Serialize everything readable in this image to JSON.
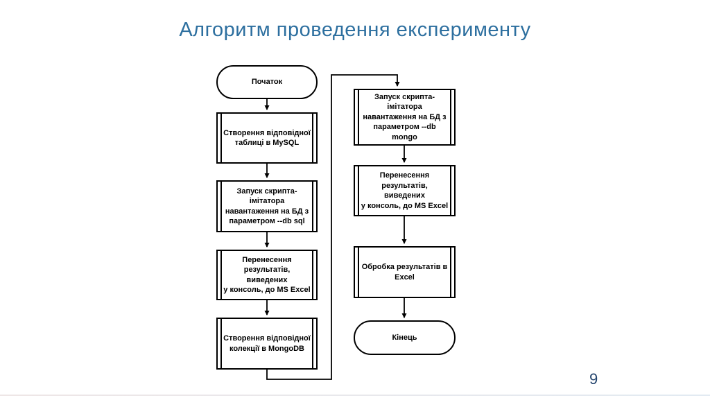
{
  "slide": {
    "title": "Алгоритм проведення експерименту",
    "page_number": "9"
  },
  "colors": {
    "title_text": "#2d6f9f",
    "page_number_text": "#24456e",
    "shape_border": "#000000",
    "shape_fill": "#ffffff",
    "footer_line": "#e2eaf2"
  },
  "flowchart": {
    "nodes": [
      {
        "id": "start",
        "type": "terminator",
        "label": "Початок"
      },
      {
        "id": "create-mysql-table",
        "type": "predefined-process",
        "label": "Створення відповідної\nтаблиці в MySQL"
      },
      {
        "id": "run-script-sql",
        "type": "predefined-process",
        "label": "Запуск скрипта-\nімітатора\nнавантаження на БД з\nпараметром --db sql"
      },
      {
        "id": "transfer-results-sql",
        "type": "predefined-process",
        "label": "Перенесення\nрезультатів, виведених\nу консоль, до MS Excel"
      },
      {
        "id": "create-mongo-collection",
        "type": "predefined-process",
        "label": "Створення відповідної\nколекції в MongoDB"
      },
      {
        "id": "run-script-mongo",
        "type": "predefined-process",
        "label": "Запуск скрипта-\nімітатора\nнавантаження на БД з\nпараметром --db\nmongo"
      },
      {
        "id": "transfer-results-mongo",
        "type": "predefined-process",
        "label": "Перенесення\nрезультатів, виведених\nу консоль, до MS Excel"
      },
      {
        "id": "process-results-excel",
        "type": "predefined-process",
        "label": "Обробка результатів в\nExcel"
      },
      {
        "id": "end",
        "type": "terminator",
        "label": "Кінець"
      }
    ]
  }
}
